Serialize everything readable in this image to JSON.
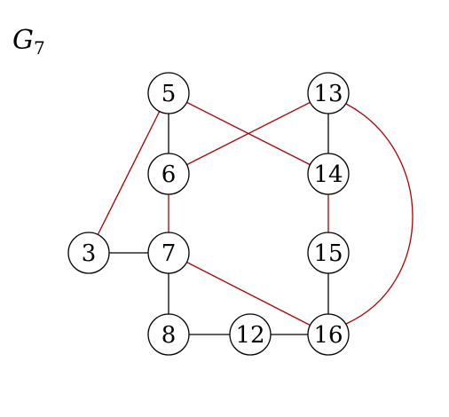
{
  "title": {
    "letter": "G",
    "subscript": "7"
  },
  "colors": {
    "black_edge": "#000000",
    "red_edge": "#b00000"
  },
  "nodes": [
    {
      "id": "5",
      "label": "5"
    },
    {
      "id": "13",
      "label": "13"
    },
    {
      "id": "6",
      "label": "6"
    },
    {
      "id": "14",
      "label": "14"
    },
    {
      "id": "3",
      "label": "3"
    },
    {
      "id": "7",
      "label": "7"
    },
    {
      "id": "15",
      "label": "15"
    },
    {
      "id": "8",
      "label": "8"
    },
    {
      "id": "12",
      "label": "12"
    },
    {
      "id": "16",
      "label": "16"
    }
  ],
  "edges": [
    {
      "from": "5",
      "to": "6",
      "color": "black"
    },
    {
      "from": "6",
      "to": "7",
      "color": "red"
    },
    {
      "from": "3",
      "to": "7",
      "color": "black"
    },
    {
      "from": "7",
      "to": "8",
      "color": "black"
    },
    {
      "from": "8",
      "to": "12",
      "color": "black"
    },
    {
      "from": "12",
      "to": "16",
      "color": "black"
    },
    {
      "from": "13",
      "to": "14",
      "color": "black"
    },
    {
      "from": "14",
      "to": "15",
      "color": "red"
    },
    {
      "from": "15",
      "to": "16",
      "color": "black"
    },
    {
      "from": "3",
      "to": "5",
      "color": "red"
    },
    {
      "from": "5",
      "to": "14",
      "color": "red"
    },
    {
      "from": "6",
      "to": "13",
      "color": "red"
    },
    {
      "from": "7",
      "to": "16",
      "color": "red"
    },
    {
      "from": "13",
      "to": "16",
      "color": "red",
      "curved": true
    }
  ]
}
